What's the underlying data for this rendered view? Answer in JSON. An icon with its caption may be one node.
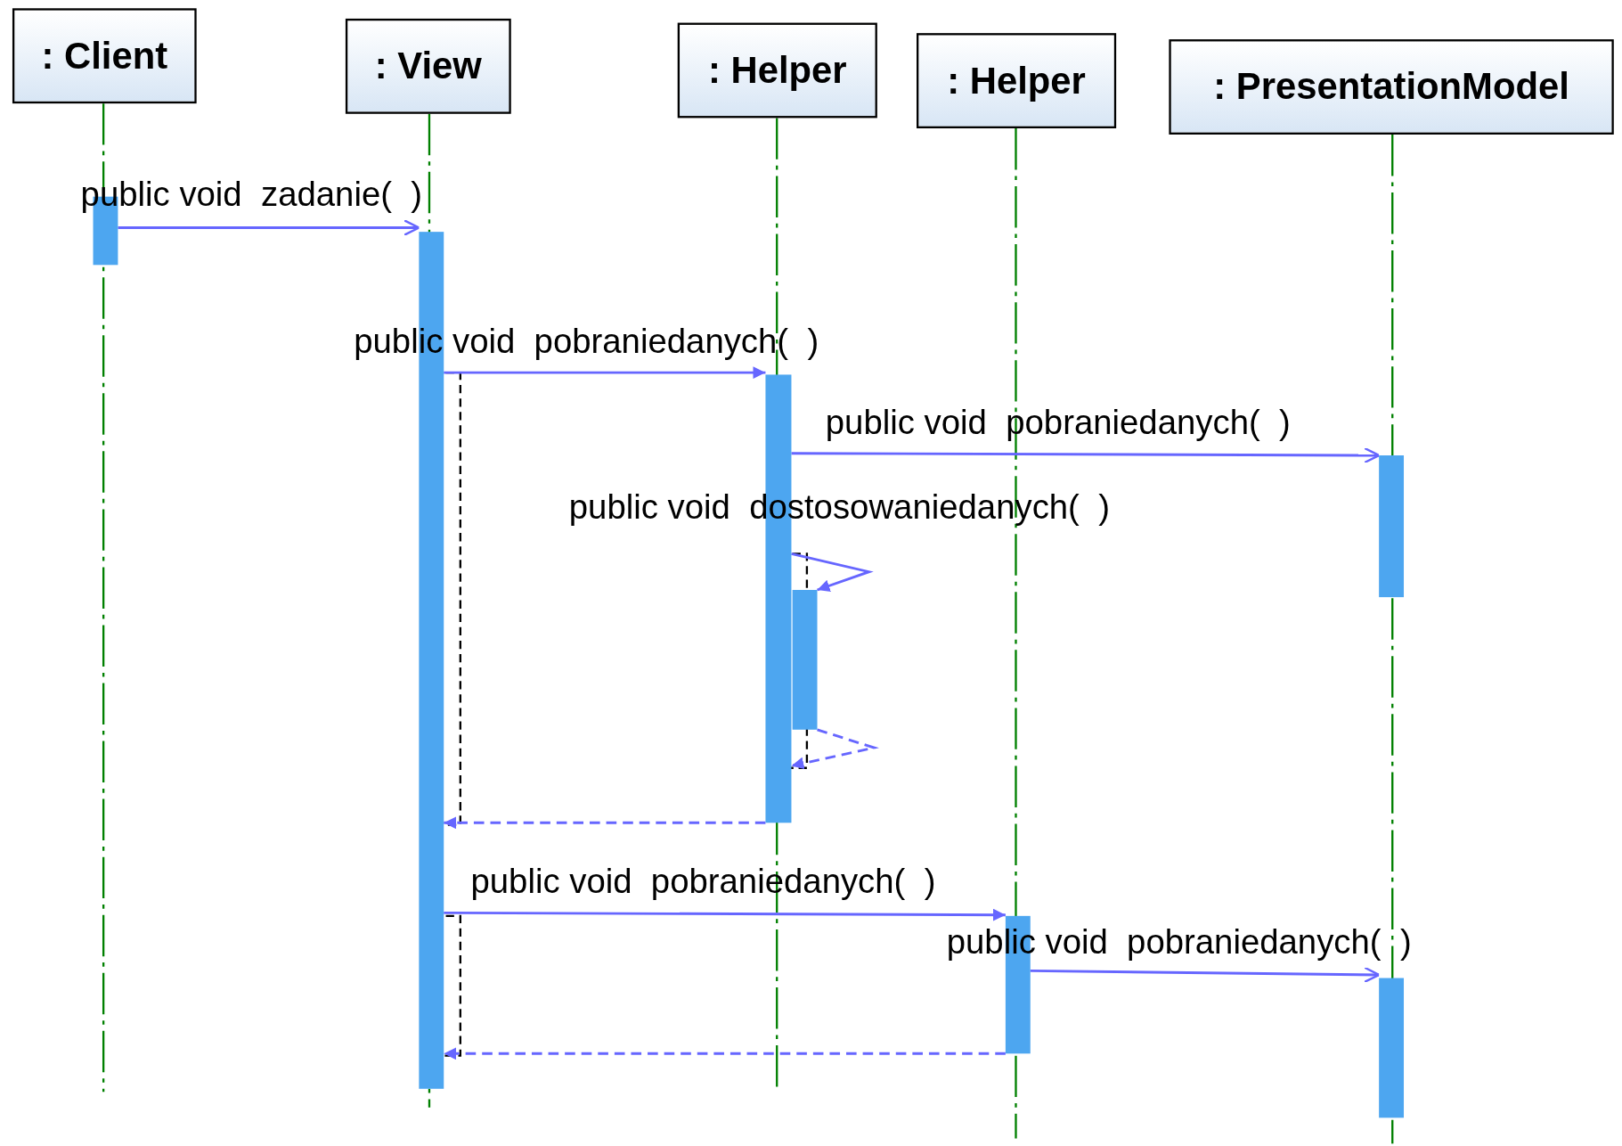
{
  "diagram": {
    "nodes": [
      {
        "text": [
          ": Client"
        ]
      },
      {
        "text": [
          ": View"
        ]
      },
      {
        "text": [
          ": Helper"
        ]
      },
      {
        "text": [
          ": Helper"
        ]
      },
      {
        "text": [
          ": PresentationModel"
        ]
      },
      {
        "text": [],
        "shape": "bar"
      },
      {
        "text": [],
        "shape": "bar"
      },
      {
        "text": [],
        "shape": "bar"
      },
      {
        "text": [],
        "shape": "bar"
      },
      {
        "text": [],
        "shape": "bar"
      },
      {
        "text": [],
        "shape": "bar"
      },
      {
        "text": [],
        "shape": "bar"
      }
    ],
    "edges": [
      {
        "from": 5,
        "to": 6,
        "arrow": "to",
        "label": "public void  zadanie(  )"
      },
      {
        "from": 6,
        "to": 7,
        "arrow": "to",
        "label": "public void  pobraniedanych(  )"
      },
      {
        "from": 7,
        "to": 8,
        "arrow": "to",
        "label": "public void  pobraniedanych(  )"
      },
      {
        "from": 7,
        "to": 9,
        "arrow": "to",
        "label": "public void  dostosowaniedanych(  )"
      },
      {
        "from": 9,
        "to": 7,
        "arrow": "to",
        "style": "dashed"
      },
      {
        "from": 7,
        "to": 6,
        "arrow": "to",
        "style": "dashed"
      },
      {
        "from": 6,
        "to": 10,
        "arrow": "to",
        "label": "public void  pobraniedanych(  )"
      },
      {
        "from": 10,
        "to": 11,
        "arrow": "to",
        "label": "public void  pobraniedanych(  )"
      },
      {
        "from": 10,
        "to": 6,
        "arrow": "to",
        "style": "dashed"
      }
    ]
  }
}
